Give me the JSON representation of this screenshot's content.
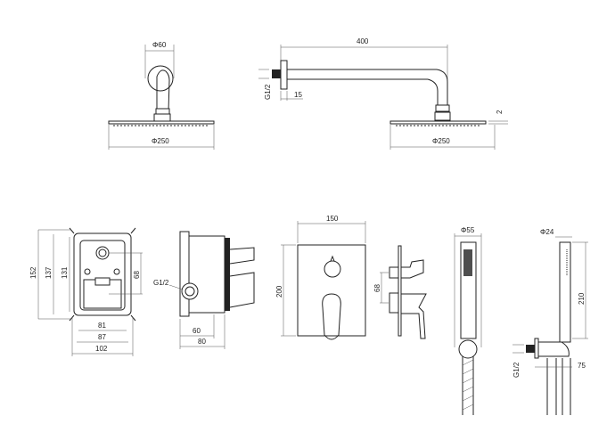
{
  "drawing": {
    "shower_head_front": {
      "flange_dia": "Φ60",
      "head_dia": "Φ250"
    },
    "shower_head_side": {
      "arm_length": "400",
      "thread": "G1/2",
      "flange_depth": "15",
      "head_thickness": "2",
      "head_dia": "Φ250"
    },
    "valve_box_front": {
      "height_outer": "152",
      "height_mid": "137",
      "height_inner": "131",
      "port_spacing": "68",
      "width_inner": "81",
      "width_mid": "87",
      "width_outer": "102"
    },
    "valve_box_side": {
      "thread": "G1/2",
      "depth_inner": "60",
      "depth_outer": "80"
    },
    "cover_plate_front": {
      "width": "150",
      "height": "200"
    },
    "cover_plate_side": {
      "spacing": "68"
    },
    "hand_shower_front": {
      "dia": "Φ55"
    },
    "hand_shower_side": {
      "dia": "Φ24",
      "length": "210",
      "thread": "G1/2",
      "outlet_length": "75"
    }
  }
}
